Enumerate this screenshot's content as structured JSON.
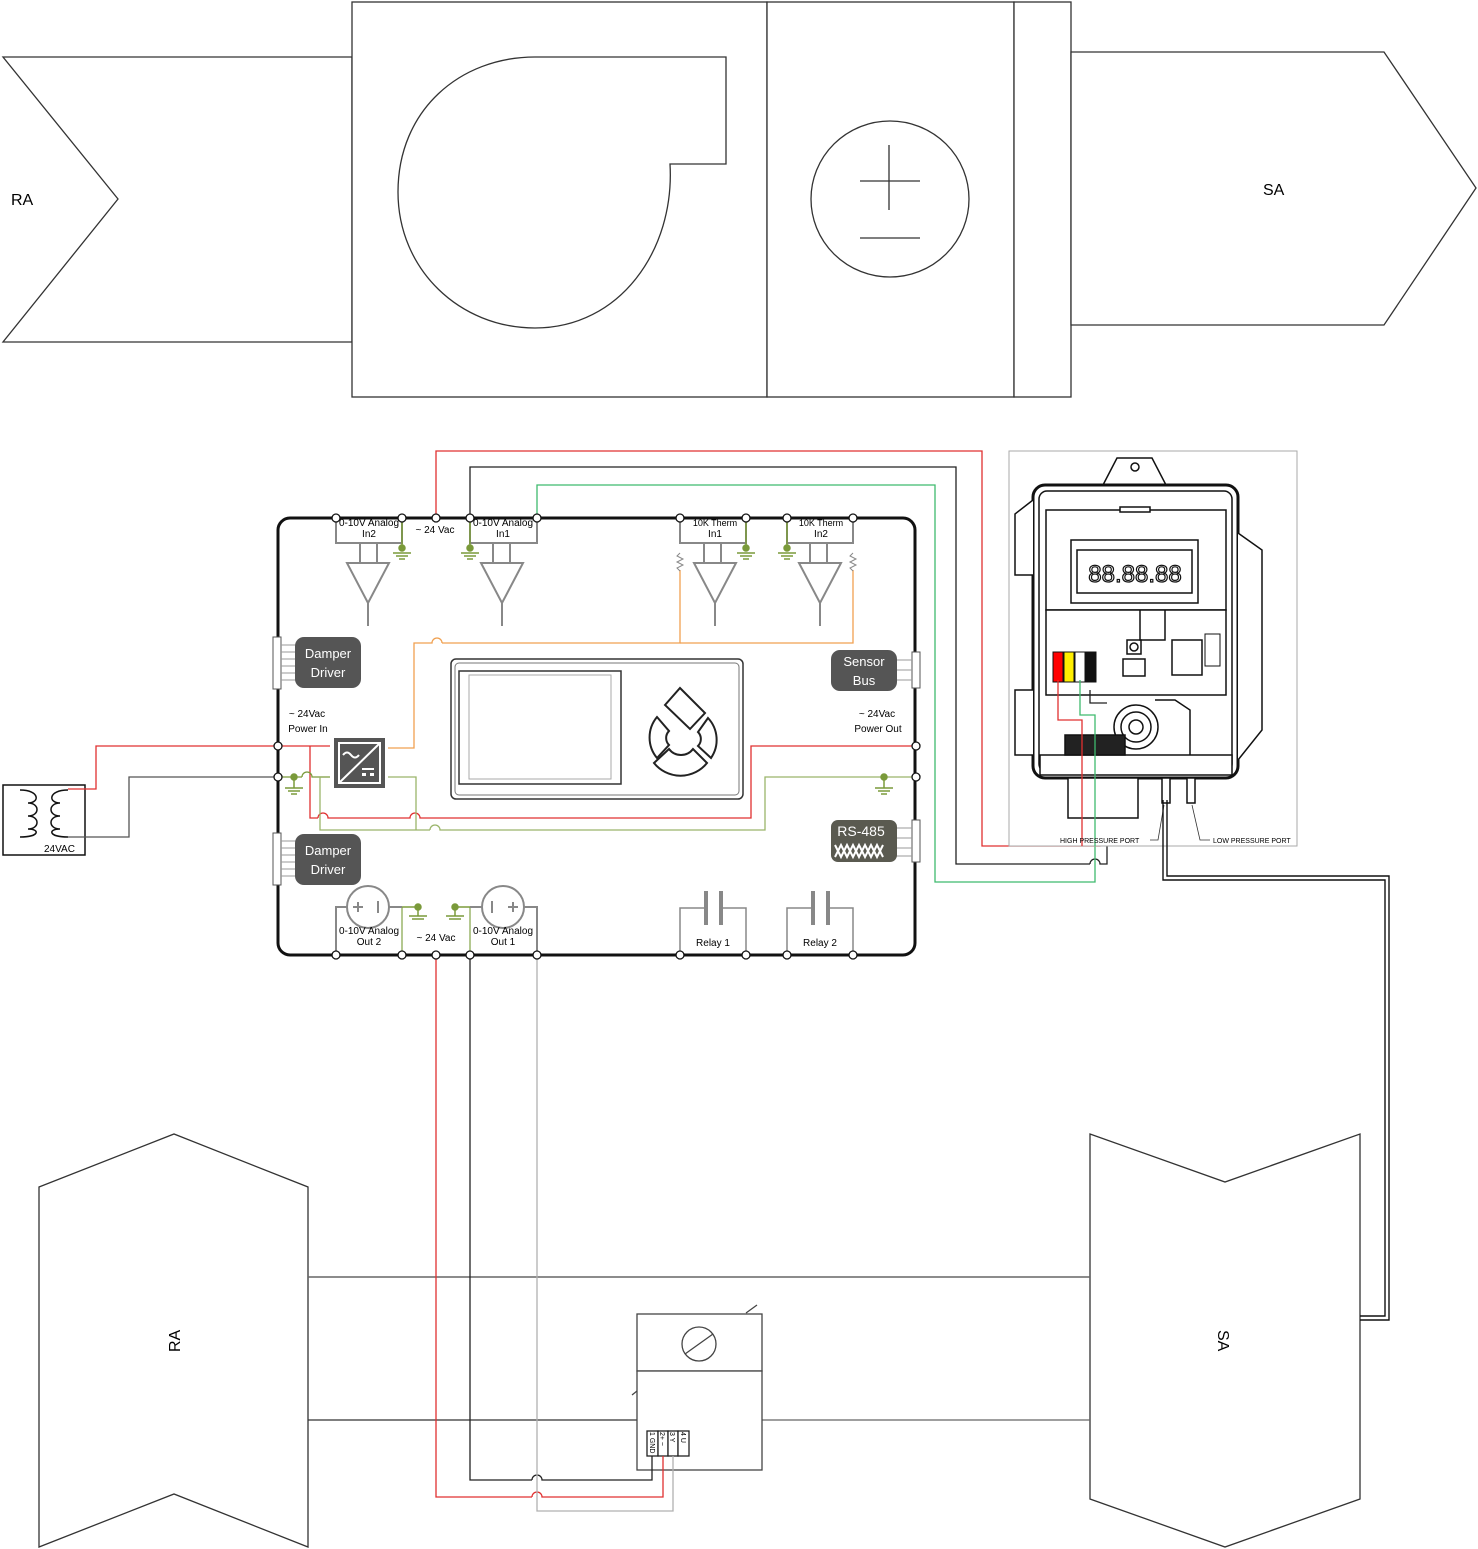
{
  "ahu": {
    "return_air_label": "RA",
    "supply_air_label": "SA"
  },
  "transformer": {
    "label": "24VAC"
  },
  "controller": {
    "inputs": [
      {
        "label_line1": "0-10V Analog",
        "label_line2": "In2"
      },
      {
        "label_line1": "0-10V Analog",
        "label_line2": "In1"
      },
      {
        "label_line1": "10K Therm",
        "label_line2": "In1"
      },
      {
        "label_line1": "10K Therm",
        "label_line2": "In2"
      }
    ],
    "top_vac_label": "~ 24  Vac",
    "bottom_vac_label": "~ 24  Vac",
    "outputs": [
      {
        "label_line1": "0-10V Analog",
        "label_line2": "Out 2"
      },
      {
        "label_line1": "0-10V Analog",
        "label_line2": "Out 1"
      }
    ],
    "relays": [
      {
        "label": "Relay 1"
      },
      {
        "label": "Relay 2"
      }
    ],
    "damper_driver_top": {
      "line1": "Damper",
      "line2": "Driver"
    },
    "damper_driver_bottom": {
      "line1": "Damper",
      "line2": "Driver"
    },
    "sensor_bus": {
      "line1": "Sensor",
      "line2": "Bus"
    },
    "rs485": {
      "label": "RS-485"
    },
    "power_in": {
      "line1": "~ 24Vac",
      "line2": "Power In"
    },
    "power_out": {
      "line1": "~ 24Vac",
      "line2": "Power Out"
    }
  },
  "pressure_sensor": {
    "display_value": "88.88.88",
    "high_port_label": "HIGH PRESSURE PORT",
    "low_port_label": "LOW PRESSURE PORT"
  },
  "damper_actuator": {
    "terminals": [
      "1 GND",
      "2+ ~",
      "3 Y",
      "4 U"
    ]
  },
  "wire_colors": {
    "power": "#e03030",
    "common": "#222222",
    "signal_green": "#3fba6e",
    "therm_orange": "#f0a050",
    "ground": "#7a9a3a",
    "signal_grey": "#b0b0b0"
  }
}
